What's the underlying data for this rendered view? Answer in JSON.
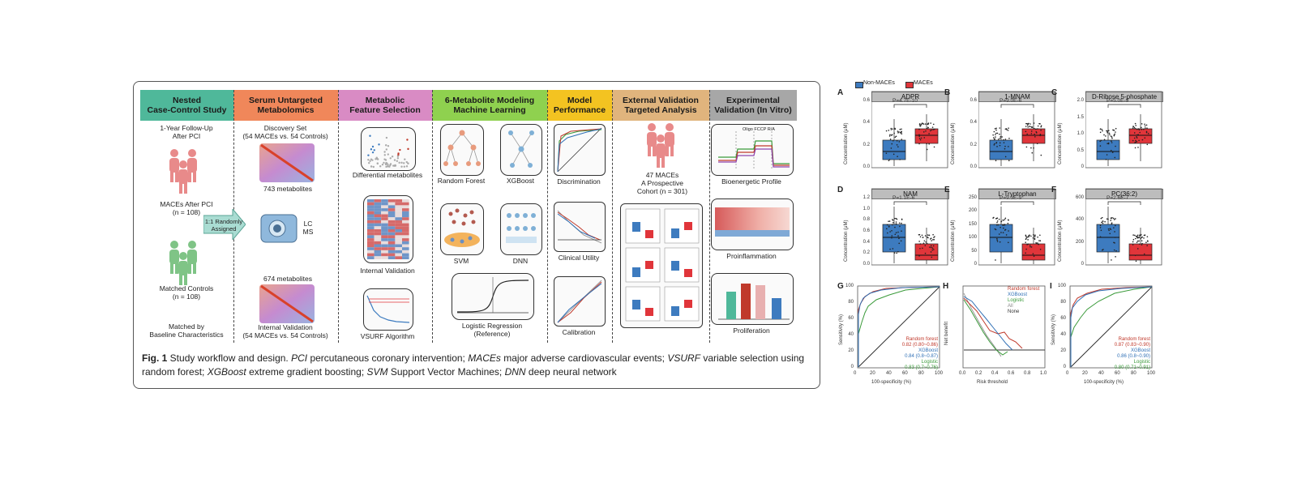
{
  "figure1": {
    "columns": [
      {
        "title": "Nested\nCase-Control Study",
        "color": "#4fb89a"
      },
      {
        "title": "Serum Untargeted\nMetabolomics",
        "color": "#f0875a"
      },
      {
        "title": "Metabolic\nFeature Selection",
        "color": "#d98bc4"
      },
      {
        "title": "6-Metabolite Modeling\nMachine Learning",
        "color": "#8fd14f"
      },
      {
        "title": "Model\nPerformance",
        "color": "#f3c321"
      },
      {
        "title": "External Validation\nTargeted Analysis",
        "color": "#e0b47d"
      },
      {
        "title": "Experimental\nValidation (In Vitro)",
        "color": "#a7a7a7"
      }
    ],
    "col1": {
      "followup": "1-Year Follow-Up\nAfter PCI",
      "maces": "MACEs After PCI\n(n = 108)",
      "controls": "Matched Controls\n(n = 108)",
      "matched": "Matched by\nBaseline Characteristics",
      "arrow": "1:1 Randomly\nAssigned"
    },
    "col2": {
      "discovery": "Discovery Set\n(54 MACEs vs. 54 Controls)",
      "metab1": "743 metabolites",
      "lcms": "LC\nMS",
      "metab2": "674 metabolites",
      "internal": "Internal Validation\n(54 MACEs vs. 54 Controls)"
    },
    "col3": {
      "diff": "Differential metabolites",
      "internal": "Internal Validation",
      "vsurf": "VSURF Algorithm"
    },
    "col4": {
      "rf": "Random Forest",
      "xgb": "XGBoost",
      "svm": "SVM",
      "dnn": "DNN",
      "lr": "Logistic Regression\n(Reference)"
    },
    "col5": {
      "disc": "Discrimination",
      "clin": "Clinical Utility",
      "cal": "Calibration"
    },
    "col6": {
      "cohort": "47 MACEs\nA Prospective\nCohort (n = 301)"
    },
    "col7": {
      "bio": "Bioenergetic Profile",
      "inflam": "Proinflammation",
      "prolif": "Proliferation",
      "seahorse_labels": "Oligo  FCCP  R/A"
    },
    "caption": {
      "label": "Fig. 1",
      "t1": " Study workflow and design. ",
      "a1": "PCI",
      "d1": " percutaneous coronary intervention; ",
      "a2": "MACEs",
      "d2": " major adverse cardiovascular events; ",
      "a3": "VSURF",
      "d3": " variable selection using random forest; ",
      "a4": "XGBoost",
      "d4": " extreme gradient boosting; ",
      "a5": "SVM",
      "d5": " Support Vector Machines; ",
      "a6": "DNN",
      "d6": " deep neural network"
    }
  },
  "figure2": {
    "legend": [
      {
        "label": "Non-MACEs",
        "color": "#3d7bbf"
      },
      {
        "label": "MACEs",
        "color": "#e0353a"
      }
    ],
    "boxpanels": [
      {
        "letter": "A",
        "title": "ADPR",
        "p": "P=4.7E-10",
        "ylabel": "Concentration (μM)",
        "ticks": [
          "0.0",
          "0.2",
          "0.4",
          "0.6"
        ],
        "up": true
      },
      {
        "letter": "B",
        "title": "1-MNAM",
        "p": "P=9.0E-6",
        "ylabel": "Concentration (μM)",
        "ticks": [
          "0.0",
          "0.2",
          "0.4",
          "0.6"
        ],
        "up": true
      },
      {
        "letter": "C",
        "title": "D-Ribose 5-phosphate",
        "p": "P=5.0E-9",
        "ylabel": "Concentration (μM)",
        "ticks": [
          "0",
          "0.5",
          "1.0",
          "1.5",
          "2.0"
        ],
        "up": true
      },
      {
        "letter": "D",
        "title": "NAM",
        "p": "P=1.1E-6",
        "ylabel": "Concentration (μM)",
        "ticks": [
          "0.0",
          "0.2",
          "0.4",
          "0.6",
          "0.8",
          "1.0",
          "1.2"
        ],
        "up": false
      },
      {
        "letter": "E",
        "title": "L-Tryptophan",
        "p": "P=9.3E-9",
        "ylabel": "Concentration (μM)",
        "ticks": [
          "0",
          "50",
          "100",
          "150",
          "200",
          "250"
        ],
        "up": false
      },
      {
        "letter": "F",
        "title": "PC(36:2)",
        "p": "P=2.6E-7",
        "ylabel": "Concentration (μM)",
        "ticks": [
          "0",
          "200",
          "400",
          "600"
        ],
        "up": false
      }
    ],
    "roc_g": {
      "letter": "G",
      "xlabel": "100-specificity (%)",
      "ylabel": "Sensitivity (%)",
      "ticks": [
        "0",
        "20",
        "40",
        "60",
        "80",
        "100"
      ],
      "legend": [
        {
          "text": "Random forest",
          "color": "#c0392b"
        },
        {
          "text": "0.82 (0.80~0.86)",
          "color": "#c0392b"
        },
        {
          "text": "XGBoost",
          "color": "#2e6fb5"
        },
        {
          "text": "0.84 (0.8~0.87)",
          "color": "#2e6fb5"
        },
        {
          "text": "Logistic",
          "color": "#3a9a3a"
        },
        {
          "text": "0.83 (0.7~0.76)",
          "color": "#3a9a3a"
        }
      ]
    },
    "dca_h": {
      "letter": "H",
      "xlabel": "Risk threshold",
      "ylabel": "Net benefit",
      "xticks": [
        "0.0",
        "0.2",
        "0.4",
        "0.6",
        "0.8",
        "1.0"
      ],
      "legend": [
        {
          "text": "Random forest",
          "color": "#c0392b"
        },
        {
          "text": "XGBoost",
          "color": "#2e6fb5"
        },
        {
          "text": "Logistic",
          "color": "#3a9a3a"
        },
        {
          "text": "All",
          "color": "#888888"
        },
        {
          "text": "None",
          "color": "#333333"
        }
      ]
    },
    "roc_i": {
      "letter": "I",
      "xlabel": "100-specificity (%)",
      "ylabel": "Sensitivity (%)",
      "ticks": [
        "0",
        "20",
        "40",
        "60",
        "80",
        "100"
      ],
      "legend": [
        {
          "text": "Random forest",
          "color": "#c0392b"
        },
        {
          "text": "0.87 (0.83~0.90)",
          "color": "#c0392b"
        },
        {
          "text": "XGBoost",
          "color": "#2e6fb5"
        },
        {
          "text": "0.86 (0.8~0.90)",
          "color": "#2e6fb5"
        },
        {
          "text": "Logistic",
          "color": "#3a9a3a"
        },
        {
          "text": "0.80 (0.71~0.91)",
          "color": "#3a9a3a"
        }
      ]
    }
  }
}
